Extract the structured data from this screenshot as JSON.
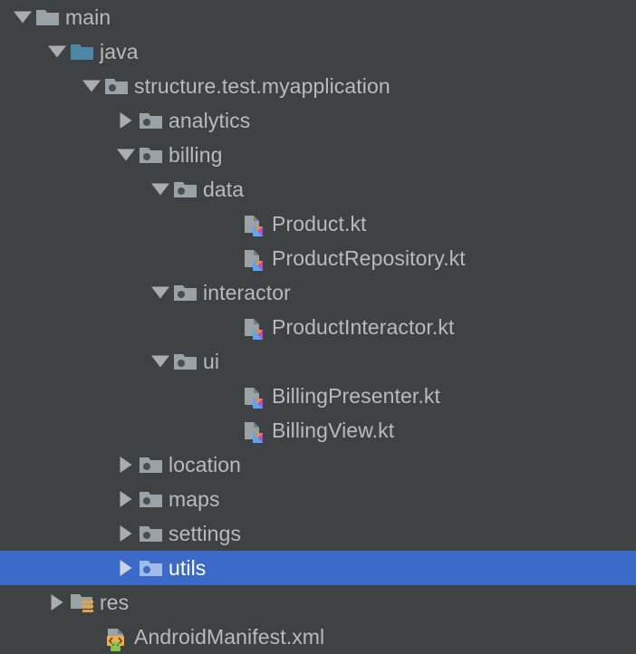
{
  "theme": {
    "background": "#3f4244",
    "text_color": "#b7bbbd",
    "selected_background": "#3b6ac8",
    "selected_text_color": "#ffffff",
    "arrow_color": "#a9adaf",
    "folder_gray": "#9aa2a6",
    "folder_java_blue": "#4d87a8",
    "folder_selected": "#9fbbe8",
    "res_lines_orange": "#e8a33d",
    "kotlin_orange": "#ef8a3c",
    "kotlin_purple": "#b24fd0",
    "kotlin_blue": "#5aa7f0",
    "android_green": "#8bc34a",
    "xml_badge_orange": "#f0ab4a"
  },
  "tree": {
    "name": "project-tree",
    "rows": [
      {
        "label": "main",
        "depth": 0,
        "twisty": "expanded",
        "icon": "folder-plain",
        "selected": false
      },
      {
        "label": "java",
        "depth": 1,
        "twisty": "expanded",
        "icon": "folder-java",
        "selected": false
      },
      {
        "label": "structure.test.myapplication",
        "depth": 2,
        "twisty": "expanded",
        "icon": "folder-package",
        "selected": false
      },
      {
        "label": "analytics",
        "depth": 3,
        "twisty": "collapsed",
        "icon": "folder-package",
        "selected": false
      },
      {
        "label": "billing",
        "depth": 3,
        "twisty": "expanded",
        "icon": "folder-package",
        "selected": false
      },
      {
        "label": "data",
        "depth": 4,
        "twisty": "expanded",
        "icon": "folder-package",
        "selected": false
      },
      {
        "label": "Product.kt",
        "depth": 6,
        "twisty": "none",
        "icon": "kotlin-file",
        "selected": false
      },
      {
        "label": "ProductRepository.kt",
        "depth": 6,
        "twisty": "none",
        "icon": "kotlin-file",
        "selected": false
      },
      {
        "label": "interactor",
        "depth": 4,
        "twisty": "expanded",
        "icon": "folder-package",
        "selected": false
      },
      {
        "label": "ProductInteractor.kt",
        "depth": 6,
        "twisty": "none",
        "icon": "kotlin-file",
        "selected": false
      },
      {
        "label": "ui",
        "depth": 4,
        "twisty": "expanded",
        "icon": "folder-package",
        "selected": false
      },
      {
        "label": "BillingPresenter.kt",
        "depth": 6,
        "twisty": "none",
        "icon": "kotlin-file",
        "selected": false
      },
      {
        "label": "BillingView.kt",
        "depth": 6,
        "twisty": "none",
        "icon": "kotlin-file",
        "selected": false
      },
      {
        "label": "location",
        "depth": 3,
        "twisty": "collapsed",
        "icon": "folder-package",
        "selected": false
      },
      {
        "label": "maps",
        "depth": 3,
        "twisty": "collapsed",
        "icon": "folder-package",
        "selected": false
      },
      {
        "label": "settings",
        "depth": 3,
        "twisty": "collapsed",
        "icon": "folder-package",
        "selected": false
      },
      {
        "label": "utils",
        "depth": 3,
        "twisty": "collapsed",
        "icon": "folder-package",
        "selected": true
      },
      {
        "label": "res",
        "depth": 1,
        "twisty": "collapsed",
        "icon": "folder-res",
        "selected": false
      },
      {
        "label": "AndroidManifest.xml",
        "depth": 2,
        "twisty": "none",
        "icon": "android-xml",
        "selected": false
      }
    ]
  }
}
